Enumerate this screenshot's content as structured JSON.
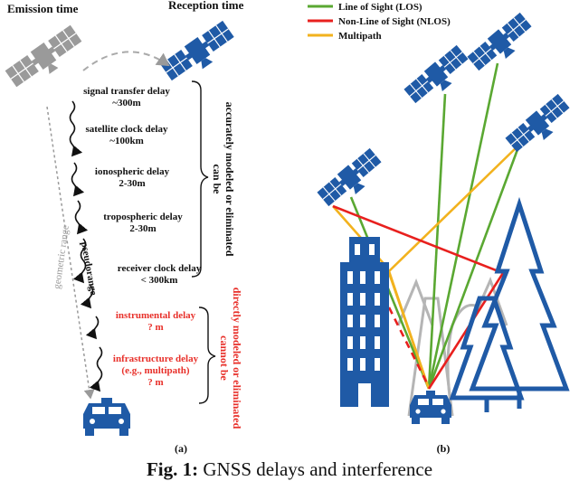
{
  "left": {
    "emission_label": "Emission time",
    "reception_label": "Reception time",
    "geometric_range": "geometric range",
    "pseudorange": "pseudorange",
    "delays": [
      {
        "name": "signal transfer delay",
        "value": "~300m"
      },
      {
        "name": "satellite clock delay",
        "value": "~100km"
      },
      {
        "name": "ionospheric delay",
        "value": "2-30m"
      },
      {
        "name": "tropospheric delay",
        "value": "2-30m"
      },
      {
        "name": "receiver clock delay",
        "value": "< 300km"
      }
    ],
    "uncorrectable": [
      {
        "name": "instrumental delay",
        "value": "? m"
      },
      {
        "name": "infrastructure delay",
        "sub": "(e.g., multipath)",
        "value": "? m"
      }
    ],
    "bracket1_line1": "can be",
    "bracket1_line2": "accurately modeled or eliminated",
    "bracket2_line1": "cannot be",
    "bracket2_line2": "directly modeled or eliminated",
    "panel_label": "(a)"
  },
  "right": {
    "legend": [
      {
        "label": "Line of Sight (LOS)",
        "color": "#5aa832"
      },
      {
        "label": "Non-Line of Sight (NLOS)",
        "color": "#e8201e"
      },
      {
        "label": "Multipath",
        "color": "#f2b21e"
      }
    ],
    "panel_label": "(b)"
  },
  "colors": {
    "satellite_blue": "#1f5aa6",
    "satellite_grey": "#9a9a9a",
    "building_blue": "#1f5aa6",
    "alert_red": "#e8302a"
  },
  "caption": {
    "prefix": "Fig. 1:",
    "text": "GNSS delays and interference"
  }
}
